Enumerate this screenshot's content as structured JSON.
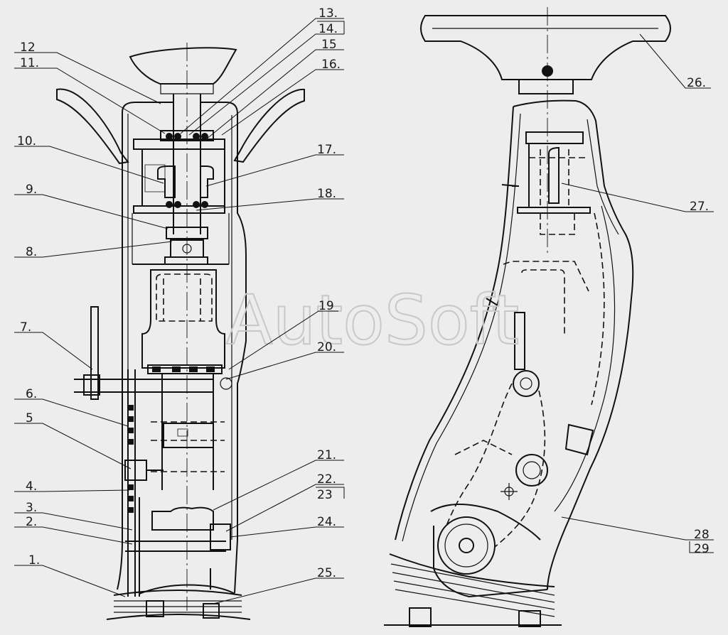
{
  "watermark": "AutoSoft",
  "labels": [
    {
      "id": "1",
      "text": "1."
    },
    {
      "id": "2",
      "text": "2."
    },
    {
      "id": "3",
      "text": "3."
    },
    {
      "id": "4",
      "text": "4."
    },
    {
      "id": "5",
      "text": "5"
    },
    {
      "id": "6",
      "text": "6."
    },
    {
      "id": "7",
      "text": "7."
    },
    {
      "id": "8",
      "text": "8."
    },
    {
      "id": "9",
      "text": "9."
    },
    {
      "id": "10",
      "text": "10."
    },
    {
      "id": "11",
      "text": "11."
    },
    {
      "id": "12",
      "text": "12"
    },
    {
      "id": "13",
      "text": "13."
    },
    {
      "id": "14",
      "text": "14."
    },
    {
      "id": "15",
      "text": "15"
    },
    {
      "id": "16",
      "text": "16."
    },
    {
      "id": "17",
      "text": "17."
    },
    {
      "id": "18",
      "text": "18."
    },
    {
      "id": "19",
      "text": "19"
    },
    {
      "id": "20",
      "text": "20."
    },
    {
      "id": "21",
      "text": "21."
    },
    {
      "id": "22",
      "text": "22."
    },
    {
      "id": "23",
      "text": "23"
    },
    {
      "id": "24",
      "text": "24."
    },
    {
      "id": "25",
      "text": "25."
    },
    {
      "id": "26",
      "text": "26."
    },
    {
      "id": "27",
      "text": "27."
    },
    {
      "id": "28",
      "text": "28"
    },
    {
      "id": "29",
      "text": "29"
    }
  ]
}
